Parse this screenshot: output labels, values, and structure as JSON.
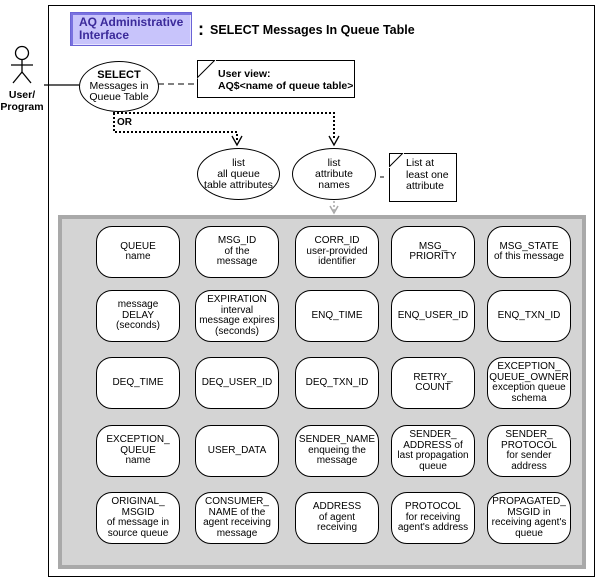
{
  "header": {
    "box_label": [
      "AQ Administrative",
      "Interface"
    ],
    "colon": ":",
    "title": "SELECT Messages In Queue Table",
    "box_color": "#c8c4fb",
    "box_text_color": "#3b2a9a"
  },
  "actor": {
    "label": [
      "User/",
      "Program"
    ]
  },
  "main_use_case": {
    "lines": [
      "SELECT",
      "Messages in",
      "Queue Table"
    ]
  },
  "user_view_note": {
    "lines": [
      "User view:",
      "AQ$<name of queue table>"
    ]
  },
  "branch_label": "OR",
  "options": [
    {
      "lines": [
        "list",
        "all queue",
        "table attributes"
      ]
    },
    {
      "lines": [
        "list",
        "attribute",
        "names"
      ]
    }
  ],
  "list_note": {
    "lines": [
      "List at",
      "least one",
      "attribute"
    ]
  },
  "panel_color": "#d4d4d4",
  "attributes": [
    {
      "lines": [
        "QUEUE",
        "name"
      ]
    },
    {
      "lines": [
        "MSG_ID",
        "of the",
        "message"
      ]
    },
    {
      "lines": [
        "CORR_ID",
        "user-provided",
        "identifier"
      ]
    },
    {
      "lines": [
        "MSG_",
        "PRIORITY"
      ]
    },
    {
      "lines": [
        "MSG_STATE",
        "of this message"
      ]
    },
    {
      "lines": [
        "message",
        "DELAY",
        "(seconds)"
      ]
    },
    {
      "lines": [
        "EXPIRATION",
        "interval",
        "message expires",
        "(seconds)"
      ]
    },
    {
      "lines": [
        "ENQ_TIME"
      ]
    },
    {
      "lines": [
        "ENQ_USER_ID"
      ]
    },
    {
      "lines": [
        "ENQ_TXN_ID"
      ]
    },
    {
      "lines": [
        "DEQ_TIME"
      ]
    },
    {
      "lines": [
        "DEQ_USER_ID"
      ]
    },
    {
      "lines": [
        "DEQ_TXN_ID"
      ]
    },
    {
      "lines": [
        "RETRY_",
        "COUNT"
      ]
    },
    {
      "lines": [
        "EXCEPTION_",
        "QUEUE_OWNER",
        "exception queue",
        "schema"
      ]
    },
    {
      "lines": [
        "EXCEPTION_",
        "QUEUE",
        "name"
      ]
    },
    {
      "lines": [
        "USER_DATA"
      ]
    },
    {
      "lines": [
        "SENDER_NAME",
        "enqueing the",
        "message"
      ]
    },
    {
      "lines": [
        "SENDER_",
        "ADDRESS of",
        "last propagation",
        "queue"
      ]
    },
    {
      "lines": [
        "SENDER_",
        "PROTOCOL",
        "for sender",
        "address"
      ]
    },
    {
      "lines": [
        "ORIGINAL_",
        "MSGID",
        "of message in",
        "source queue"
      ]
    },
    {
      "lines": [
        "CONSUMER_",
        "NAME of the",
        "agent receiving",
        "message"
      ]
    },
    {
      "lines": [
        "ADDRESS",
        "of agent",
        "receiving"
      ]
    },
    {
      "lines": [
        "PROTOCOL",
        "for receiving",
        "agent's address"
      ]
    },
    {
      "lines": [
        "PROPAGATED_",
        "MSGID in",
        "receiving agent's",
        "queue"
      ]
    }
  ]
}
